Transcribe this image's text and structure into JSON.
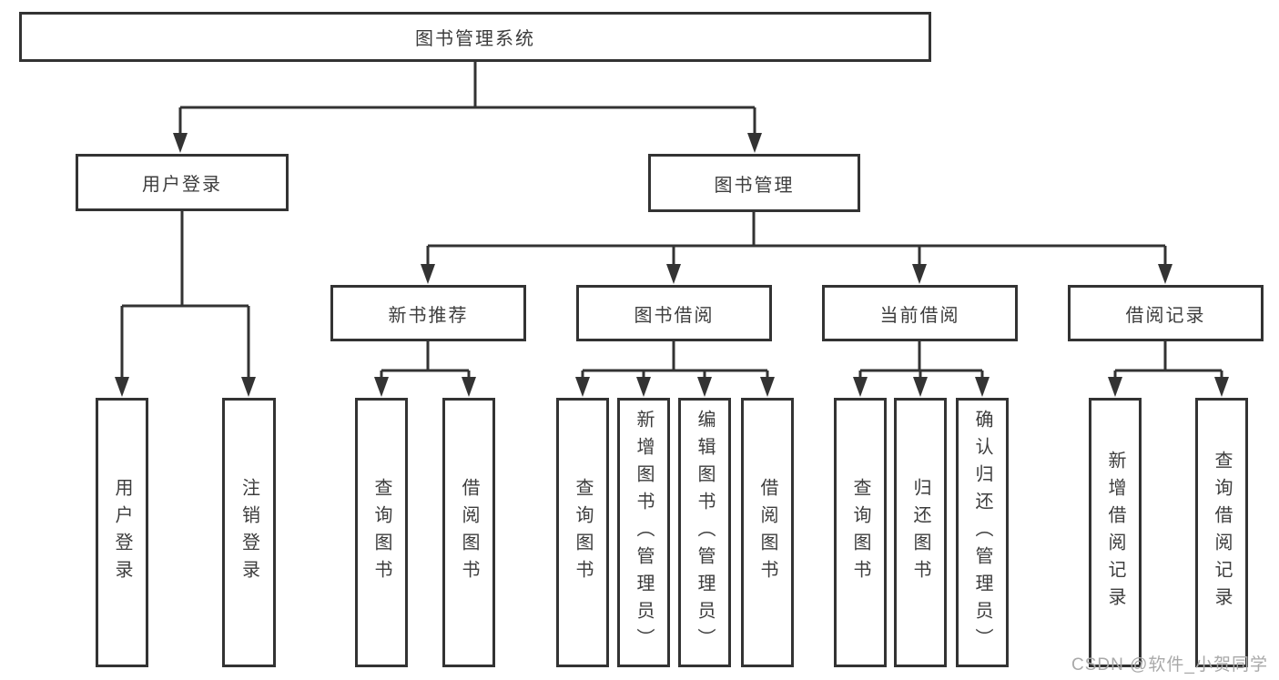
{
  "diagram": {
    "root": {
      "label": "图书管理系统"
    },
    "branches": [
      {
        "label": "用户登录",
        "children": [
          {
            "label": "用户登录"
          },
          {
            "label": "注销登录"
          }
        ]
      },
      {
        "label": "图书管理",
        "children": [
          {
            "label": "新书推荐",
            "children": [
              {
                "label": "查询图书"
              },
              {
                "label": "借阅图书"
              }
            ]
          },
          {
            "label": "图书借阅",
            "children": [
              {
                "label": "查询图书"
              },
              {
                "label": "新增图书（管理员）"
              },
              {
                "label": "编辑图书（管理员）"
              },
              {
                "label": "借阅图书"
              }
            ]
          },
          {
            "label": "当前借阅",
            "children": [
              {
                "label": "查询图书"
              },
              {
                "label": "归还图书"
              },
              {
                "label": "确认归还（管理员）"
              }
            ]
          },
          {
            "label": "借阅记录",
            "children": [
              {
                "label": "新增借阅记录"
              },
              {
                "label": "查询借阅记录"
              }
            ]
          }
        ]
      }
    ]
  },
  "watermark": {
    "text": "CSDN @软件_小贺同学"
  },
  "colors": {
    "line": "#333333",
    "box_border": "#333333",
    "text": "#3d3d3d",
    "watermark": "#a9a9a9",
    "background": "#ffffff"
  }
}
